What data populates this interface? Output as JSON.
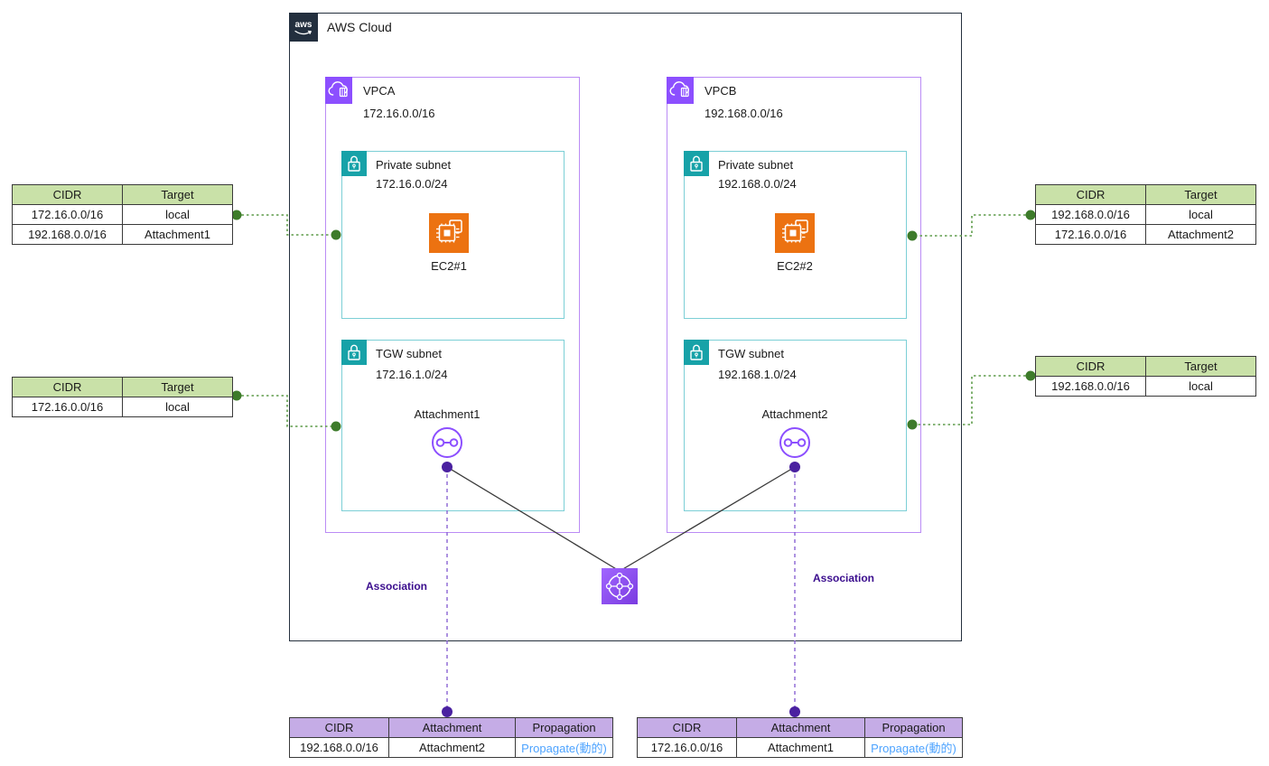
{
  "colors": {
    "aws_dark": "#232F3E",
    "vpc_purple": "#8C4FFF",
    "subnet_teal": "#17A2A8",
    "ec2_orange": "#EC7211",
    "tgw_gradient_purple": "#A166FF",
    "association_text": "#3B0E8E",
    "propagate_blue": "#4DA3FF",
    "route_dot_green": "#3D7B2A",
    "attachment_dot_purple": "#4A21A0",
    "table_header_green": "#C9E1A8",
    "table_header_purple": "#C5ACE6"
  },
  "nodes": {
    "aws_cloud": {
      "label": "AWS Cloud"
    },
    "vpca": {
      "label": "VPCA",
      "cidr": "172.16.0.0/16"
    },
    "vpcb": {
      "label": "VPCB",
      "cidr": "192.168.0.0/16"
    },
    "vpca_private_subnet": {
      "label": "Private subnet",
      "cidr": "172.16.0.0/24"
    },
    "vpca_tgw_subnet": {
      "label": "TGW subnet",
      "cidr": "172.16.1.0/24"
    },
    "vpcb_private_subnet": {
      "label": "Private subnet",
      "cidr": "192.168.0.0/24"
    },
    "vpcb_tgw_subnet": {
      "label": "TGW subnet",
      "cidr": "192.168.1.0/24"
    },
    "ec2_1": {
      "label": "EC2#1"
    },
    "ec2_2": {
      "label": "EC2#2"
    },
    "attachment1": {
      "label": "Attachment1"
    },
    "attachment2": {
      "label": "Attachment2"
    },
    "association_left": {
      "label": "Association"
    },
    "association_right": {
      "label": "Association"
    }
  },
  "tables": {
    "vpca_private_rt": {
      "headers": [
        "CIDR",
        "Target"
      ],
      "rows": [
        [
          "172.16.0.0/16",
          "local"
        ],
        [
          "192.168.0.0/16",
          "Attachment1"
        ]
      ]
    },
    "vpca_tgw_rt": {
      "headers": [
        "CIDR",
        "Target"
      ],
      "rows": [
        [
          "172.16.0.0/16",
          "local"
        ]
      ]
    },
    "vpcb_private_rt": {
      "headers": [
        "CIDR",
        "Target"
      ],
      "rows": [
        [
          "192.168.0.0/16",
          "local"
        ],
        [
          "172.16.0.0/16",
          "Attachment2"
        ]
      ]
    },
    "vpcb_tgw_rt": {
      "headers": [
        "CIDR",
        "Target"
      ],
      "rows": [
        [
          "192.168.0.0/16",
          "local"
        ]
      ]
    },
    "tgw_rt_for_vpca": {
      "headers": [
        "CIDR",
        "Attachment",
        "Propagation"
      ],
      "rows": [
        [
          "192.168.0.0/16",
          "Attachment2",
          "Propagate(動的)"
        ]
      ]
    },
    "tgw_rt_for_vpcb": {
      "headers": [
        "CIDR",
        "Attachment",
        "Propagation"
      ],
      "rows": [
        [
          "172.16.0.0/16",
          "Attachment1",
          "Propagate(動的)"
        ]
      ]
    }
  }
}
